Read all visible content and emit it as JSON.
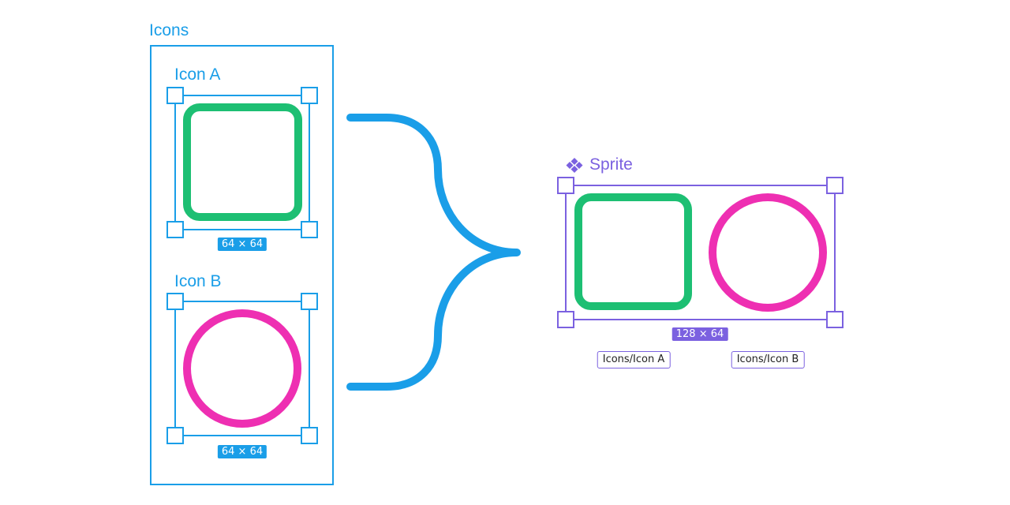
{
  "colors": {
    "frame_blue": "#1a9ee8",
    "component_purple": "#7b61e0",
    "icon_green": "#1dbf73",
    "icon_pink": "#ee2fb2",
    "background": "#ffffff"
  },
  "icons_frame": {
    "label": "Icons",
    "icon_a": {
      "label": "Icon A",
      "shape": "rounded-square",
      "dimensions": "64 × 64"
    },
    "icon_b": {
      "label": "Icon B",
      "shape": "circle",
      "dimensions": "64 × 64"
    }
  },
  "connector": {
    "shape": "curly-brace",
    "meaning": "combine"
  },
  "sprite": {
    "component_icon": "component-diamond-icon",
    "label": "Sprite",
    "dimensions": "128 × 64",
    "instances": [
      {
        "label": "Icons/Icon A",
        "shape": "rounded-square"
      },
      {
        "label": "Icons/Icon B",
        "shape": "circle"
      }
    ]
  }
}
